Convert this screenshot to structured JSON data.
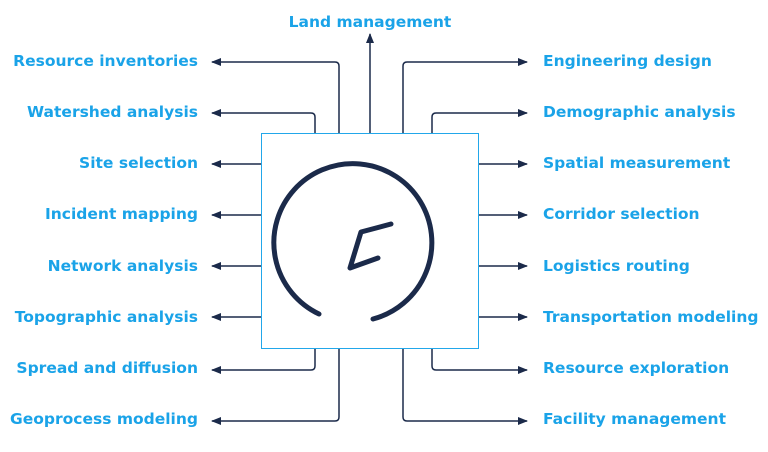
{
  "top_label": "Land management",
  "left_labels": [
    "Resource inventories",
    "Watershed analysis",
    "Site selection",
    "Incident mapping",
    "Network analysis",
    "Topographic analysis",
    "Spread and diffusion",
    "Geoprocess modeling"
  ],
  "right_labels": [
    "Engineering design",
    "Demographic analysis",
    "Spatial measurement",
    "Corridor selection",
    "Logistics routing",
    "Transportation modeling",
    "Resource exploration",
    "Facility management"
  ],
  "colors": {
    "label_text": "#1aa3e8",
    "box_border": "#22a7ea",
    "connector": "#1b2a4a",
    "logo": "#1b2a4a"
  },
  "center_icon": "gis-logo-icon"
}
